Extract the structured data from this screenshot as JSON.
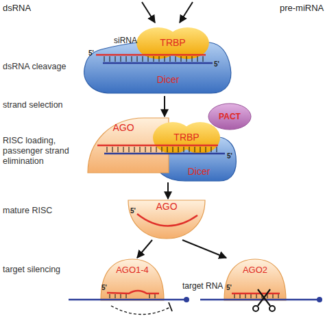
{
  "diagram": {
    "nodes": [
      {
        "text": [
          "TRBP"
        ]
      },
      {
        "text": [
          "Dicer"
        ]
      },
      {
        "text": [
          "PACT"
        ]
      },
      {
        "text": [
          "AGO"
        ]
      },
      {
        "text": [
          "TRBP"
        ]
      },
      {
        "text": [
          "Dicer"
        ]
      },
      {
        "text": [
          "AGO"
        ]
      },
      {
        "text": [
          "AGO1-4"
        ]
      },
      {
        "text": [
          "AGO2"
        ]
      }
    ],
    "edges": [
      {
        "from": 1,
        "to": 3,
        "arrow": "to"
      },
      {
        "from": 5,
        "to": 6,
        "arrow": "to"
      },
      {
        "from": 6,
        "to": 7,
        "arrow": "to"
      },
      {
        "from": 6,
        "to": 8,
        "arrow": "to"
      }
    ],
    "labels": [
      "dsRNA",
      "pre-miRNA",
      "siRNA",
      "5'",
      "5'",
      "dsRNA cleavage",
      "strand selection",
      "RISC loading, passenger strand elimination",
      "5'",
      "mature RISC",
      "5'",
      "target silencing",
      "5'",
      "target RNA",
      "5'"
    ]
  }
}
